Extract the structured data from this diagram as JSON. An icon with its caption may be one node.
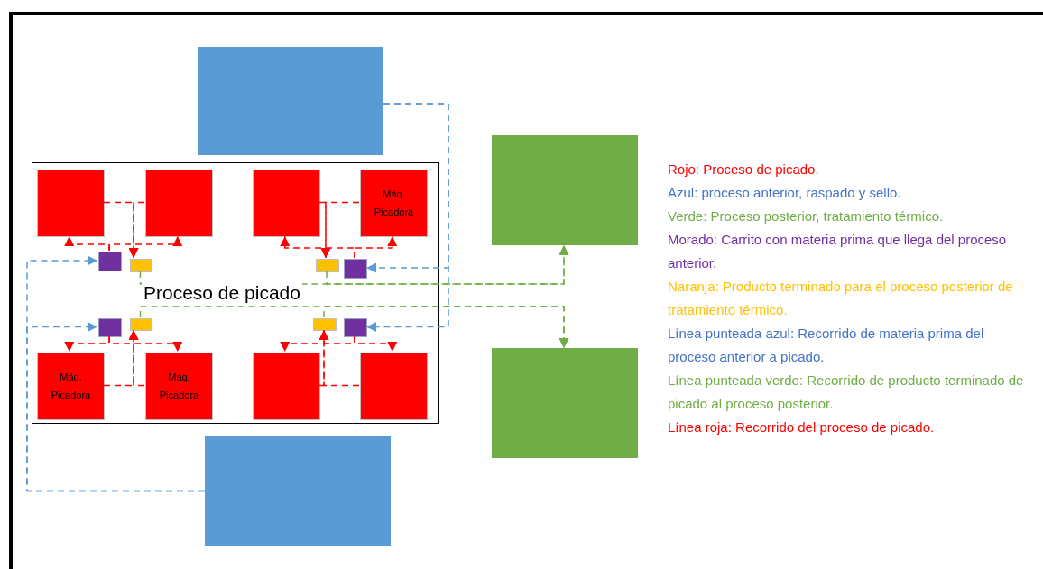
{
  "diagram": {
    "nodes": [
      {
        "text": [],
        "shape": "box"
      },
      {
        "text": [
          "Proceso de picado"
        ]
      },
      {
        "text": [],
        "shape": "box",
        "in": 1
      },
      {
        "text": [],
        "shape": "box",
        "in": 1
      },
      {
        "text": [],
        "shape": "box",
        "in": 1
      },
      {
        "text": [
          "Máq. Picadora"
        ],
        "in": 1
      },
      {
        "text": [],
        "shape": "box",
        "in": 1
      },
      {
        "text": [],
        "shape": "box",
        "in": 1
      },
      {
        "text": [],
        "shape": "box",
        "in": 1
      },
      {
        "text": [],
        "shape": "box",
        "in": 1
      },
      {
        "text": [],
        "shape": "box",
        "in": 1
      },
      {
        "text": [],
        "shape": "box",
        "in": 1
      },
      {
        "text": [],
        "shape": "box",
        "in": 1
      },
      {
        "text": [],
        "shape": "box",
        "in": 1
      },
      {
        "text": [
          "Máq. Picadora"
        ],
        "in": 1
      },
      {
        "text": [
          "Máq. Picadora"
        ],
        "in": 1
      },
      {
        "text": [],
        "shape": "box",
        "in": 1
      },
      {
        "text": [],
        "shape": "box",
        "in": 1
      },
      {
        "text": [],
        "shape": "box"
      },
      {
        "text": [],
        "shape": "box"
      },
      {
        "text": [],
        "shape": "box"
      }
    ],
    "edges": [
      {
        "from": 2,
        "to": 7,
        "arrow": "to",
        "style": "dashed"
      },
      {
        "from": 3,
        "to": 7,
        "arrow": "to",
        "style": "dashed"
      },
      {
        "from": 6,
        "to": 2,
        "arrow": "to",
        "style": "dashed"
      },
      {
        "from": 6,
        "to": 3,
        "arrow": "to",
        "style": "dashed"
      },
      {
        "from": 4,
        "to": 8,
        "arrow": "to",
        "style": "dashed"
      },
      {
        "from": 5,
        "to": 8,
        "arrow": "to",
        "style": "dashed"
      },
      {
        "from": 9,
        "to": 4,
        "arrow": "to",
        "style": "dashed"
      },
      {
        "from": 9,
        "to": 5,
        "arrow": "to",
        "style": "dashed"
      },
      {
        "from": 10,
        "to": 14,
        "arrow": "to",
        "style": "dashed"
      },
      {
        "from": 10,
        "to": 15,
        "arrow": "to",
        "style": "dashed"
      },
      {
        "from": 14,
        "to": 11,
        "arrow": "to",
        "style": "dashed"
      },
      {
        "from": 15,
        "to": 11,
        "arrow": "to",
        "style": "dashed"
      },
      {
        "from": 13,
        "to": 16,
        "arrow": "to",
        "style": "dashed"
      },
      {
        "from": 13,
        "to": 17,
        "arrow": "to",
        "style": "dashed"
      },
      {
        "from": 16,
        "to": 12,
        "arrow": "to",
        "style": "dashed"
      },
      {
        "from": 17,
        "to": 12,
        "arrow": "to",
        "style": "dashed"
      },
      {
        "from": 0,
        "to": 9,
        "arrow": "to",
        "style": "dashed",
        "color": "#5b9bd5"
      },
      {
        "from": 0,
        "to": 13,
        "arrow": "to",
        "style": "dashed",
        "color": "#5b9bd5"
      },
      {
        "from": 20,
        "to": 6,
        "arrow": "to",
        "style": "dashed",
        "color": "#5b9bd5"
      },
      {
        "from": 20,
        "to": 10,
        "arrow": "to",
        "style": "dashed",
        "color": "#5b9bd5"
      },
      {
        "from": 7,
        "to": 18,
        "arrow": "to",
        "style": "dashed",
        "color": "#70ad47"
      },
      {
        "from": 8,
        "to": 18,
        "arrow": "to",
        "style": "dashed",
        "color": "#70ad47"
      },
      {
        "from": 11,
        "to": 19,
        "arrow": "to",
        "style": "dashed",
        "color": "#70ad47"
      },
      {
        "from": 12,
        "to": 19,
        "arrow": "to",
        "style": "dashed",
        "color": "#70ad47"
      }
    ],
    "labels": [
      "Rojo: Proceso de picado.",
      "Azul: proceso anterior, raspado y sello.",
      "Verde: Proceso posterior, tratamiento térmico.",
      "Morado: Carrito con materia prima que llega del proceso anterior.",
      "Naranja: Producto terminado para el proceso posterior de tratamiento térmico.",
      "Línea punteada azul: Recorrido de materia prima del proceso anterior a picado.",
      "Línea punteada verde: Recorrido de producto terminado de picado al proceso posterior.",
      "Línea roja: Recorrido del proceso de picado."
    ]
  }
}
